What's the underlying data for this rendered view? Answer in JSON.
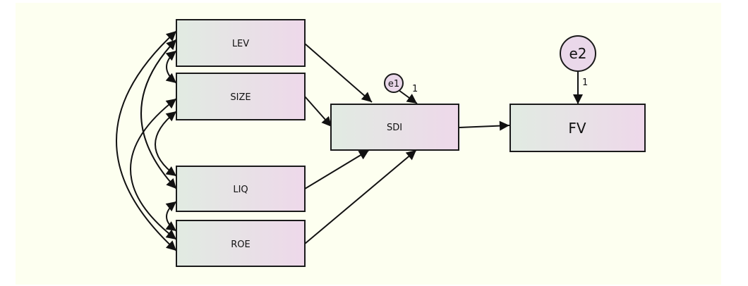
{
  "diagram": {
    "variables": {
      "lev": "LEV",
      "size": "SIZE",
      "liq": "LIQ",
      "roe": "ROE",
      "sdi": "SDI",
      "fv": "FV",
      "e1": "e1",
      "e2": "e2"
    },
    "path_labels": {
      "e1_to_sdi": "1",
      "e2_to_fv": "1"
    },
    "paths": [
      {
        "from": "LEV",
        "to": "SDI"
      },
      {
        "from": "SIZE",
        "to": "SDI"
      },
      {
        "from": "LIQ",
        "to": "SDI"
      },
      {
        "from": "ROE",
        "to": "SDI"
      },
      {
        "from": "SDI",
        "to": "FV"
      },
      {
        "from": "e1",
        "to": "SDI"
      },
      {
        "from": "e2",
        "to": "FV"
      }
    ],
    "covariances": [
      {
        "a": "LEV",
        "b": "SIZE"
      },
      {
        "a": "LEV",
        "b": "LIQ"
      },
      {
        "a": "LEV",
        "b": "ROE"
      },
      {
        "a": "SIZE",
        "b": "LIQ"
      },
      {
        "a": "SIZE",
        "b": "ROE"
      },
      {
        "a": "LIQ",
        "b": "ROE"
      }
    ],
    "colors": {
      "background": "#fdfff0",
      "box_left": "#e1ebe2",
      "box_right": "#eed8ea",
      "stroke": "#1a1a1a"
    }
  }
}
